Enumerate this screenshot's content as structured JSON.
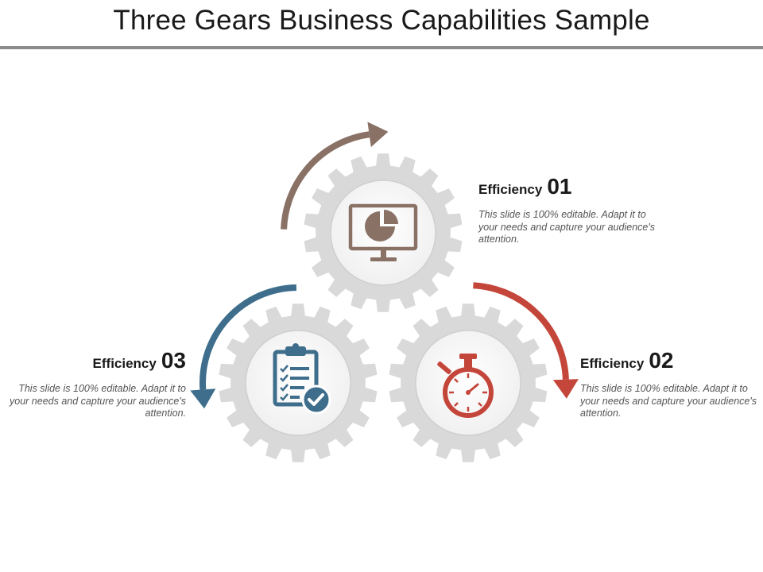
{
  "title": "Three Gears Business Capabilities Sample",
  "items": [
    {
      "label": "Efficiency",
      "number": "01",
      "description": "This slide is 100% editable. Adapt it to your needs and capture your audience's attention.",
      "icon": "monitor-pie-chart-icon",
      "color": "#8a7166"
    },
    {
      "label": "Efficiency",
      "number": "02",
      "description": "This slide is 100% editable. Adapt it to your needs and capture your audience's attention.",
      "icon": "stopwatch-icon",
      "color": "#c4463a"
    },
    {
      "label": "Efficiency",
      "number": "03",
      "description": "This slide is 100% editable. Adapt it to your needs and capture your audience's attention.",
      "icon": "clipboard-checklist-icon",
      "color": "#3e6e8c"
    }
  ],
  "colors": {
    "gear": "#d9d9d9",
    "title_rule": "#8c8c8c"
  }
}
